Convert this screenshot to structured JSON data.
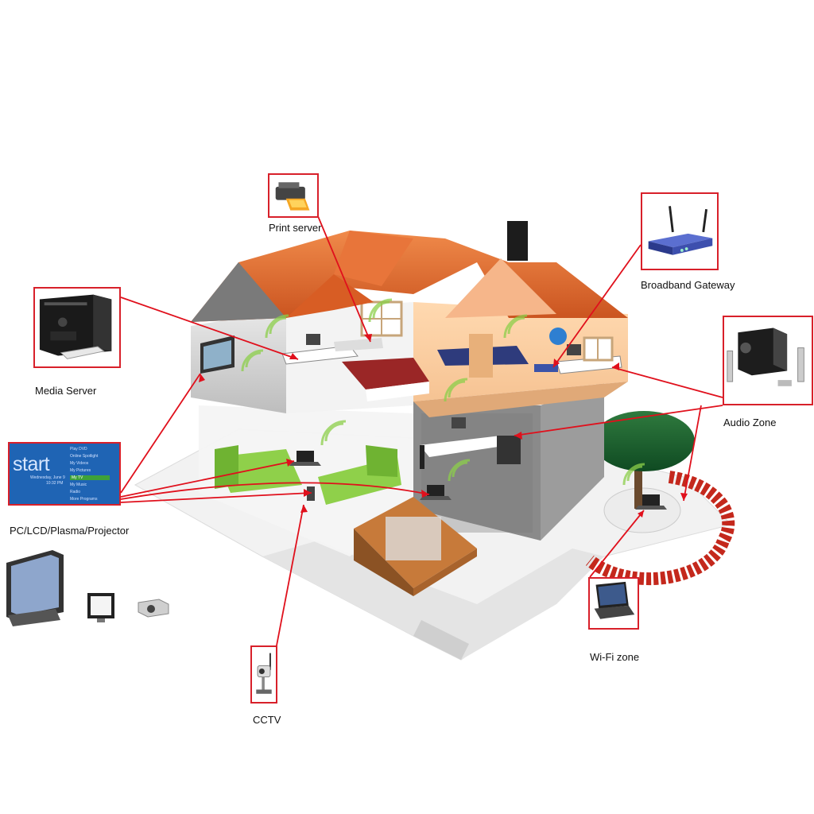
{
  "labels": {
    "print_server": "Print server",
    "broadband_gateway": "Broadband Gateway",
    "media_server": "Media Server",
    "audio_zone": "Audio Zone",
    "pc_lcd": "PC/LCD/Plasma/Projector",
    "wifi_zone": "Wi-Fi zone",
    "cctv": "CCTV"
  },
  "start_screen": {
    "title": "start",
    "date": "Wednesday, June 9",
    "time": "10:32 PM",
    "menu": [
      "Play DVD",
      "Online Spotlight",
      "My Videos",
      "My Pictures",
      "My TV",
      "My Music",
      "Radio",
      "More Programs"
    ],
    "selected": "My TV"
  },
  "colors": {
    "connector": "#e0101c",
    "roof": "#e06a2c",
    "wifi_wave": "#8ccf4a",
    "sofa": "#8fd04a",
    "brick_path": "#c4281c"
  }
}
